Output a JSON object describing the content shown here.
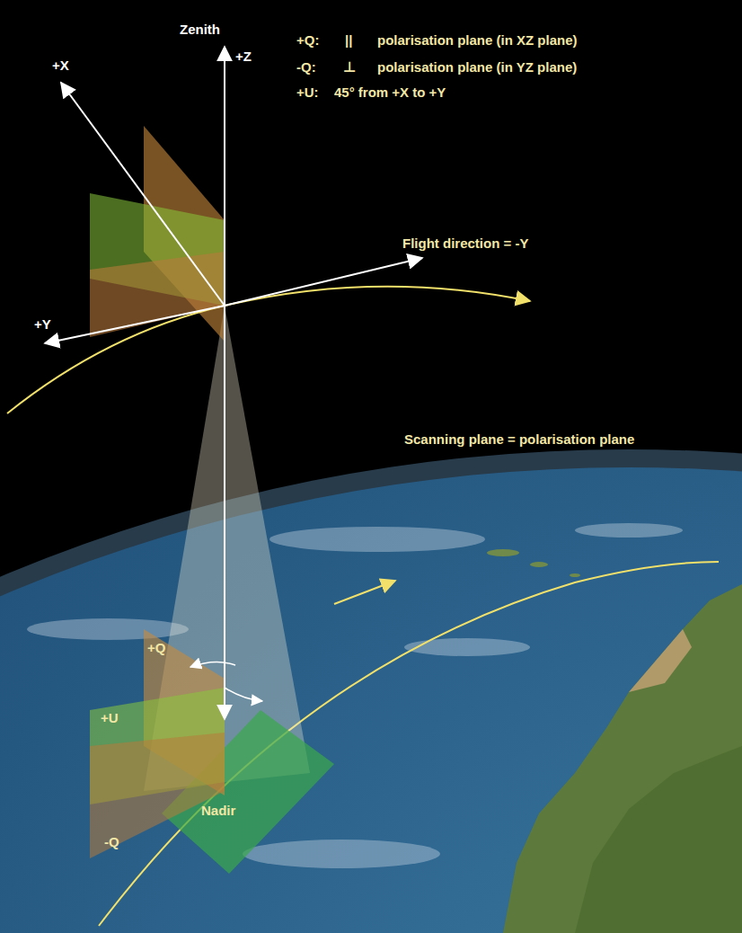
{
  "diagram": {
    "labels": [
      "Zenith",
      "+Z",
      "+X",
      "+Y",
      "Flight direction = -Y",
      "+Q:",
      "||",
      "polarisation plane (in XZ plane)",
      "-Q:",
      "⊥",
      "polarisation plane (in YZ plane)",
      "+U:",
      "45° from +X to +Y",
      "Scanning plane = polarisation plane",
      "+Q",
      "+U",
      "-Q",
      "Nadir"
    ]
  }
}
